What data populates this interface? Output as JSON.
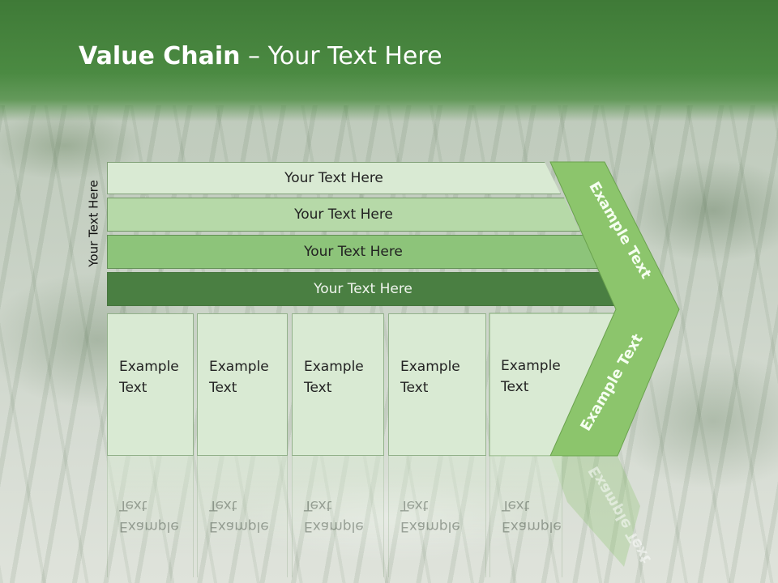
{
  "slide": {
    "title_bold": "Value Chain",
    "title_rest": " – Your Text Here"
  },
  "side_label": "Your Text Here",
  "bars": [
    {
      "label": "Your Text Here",
      "color": "#d9ead3"
    },
    {
      "label": "Your Text Here",
      "color": "#b6d9a8"
    },
    {
      "label": "Your Text Here",
      "color": "#8dc47a"
    },
    {
      "label": "Your Text Here",
      "color": "#4a7f42"
    }
  ],
  "boxes": [
    {
      "line1": "Example",
      "line2": "Text"
    },
    {
      "line1": "Example",
      "line2": "Text"
    },
    {
      "line1": "Example",
      "line2": "Text"
    },
    {
      "line1": "Example",
      "line2": "Text"
    },
    {
      "line1": "Example",
      "line2": "Text"
    }
  ],
  "chevron": {
    "top_text": "Example Text",
    "bottom_text": "Example Text",
    "color": "#8cc56c"
  },
  "colors": {
    "header": "#4b8a42",
    "box_fill": "#d9ead3"
  }
}
